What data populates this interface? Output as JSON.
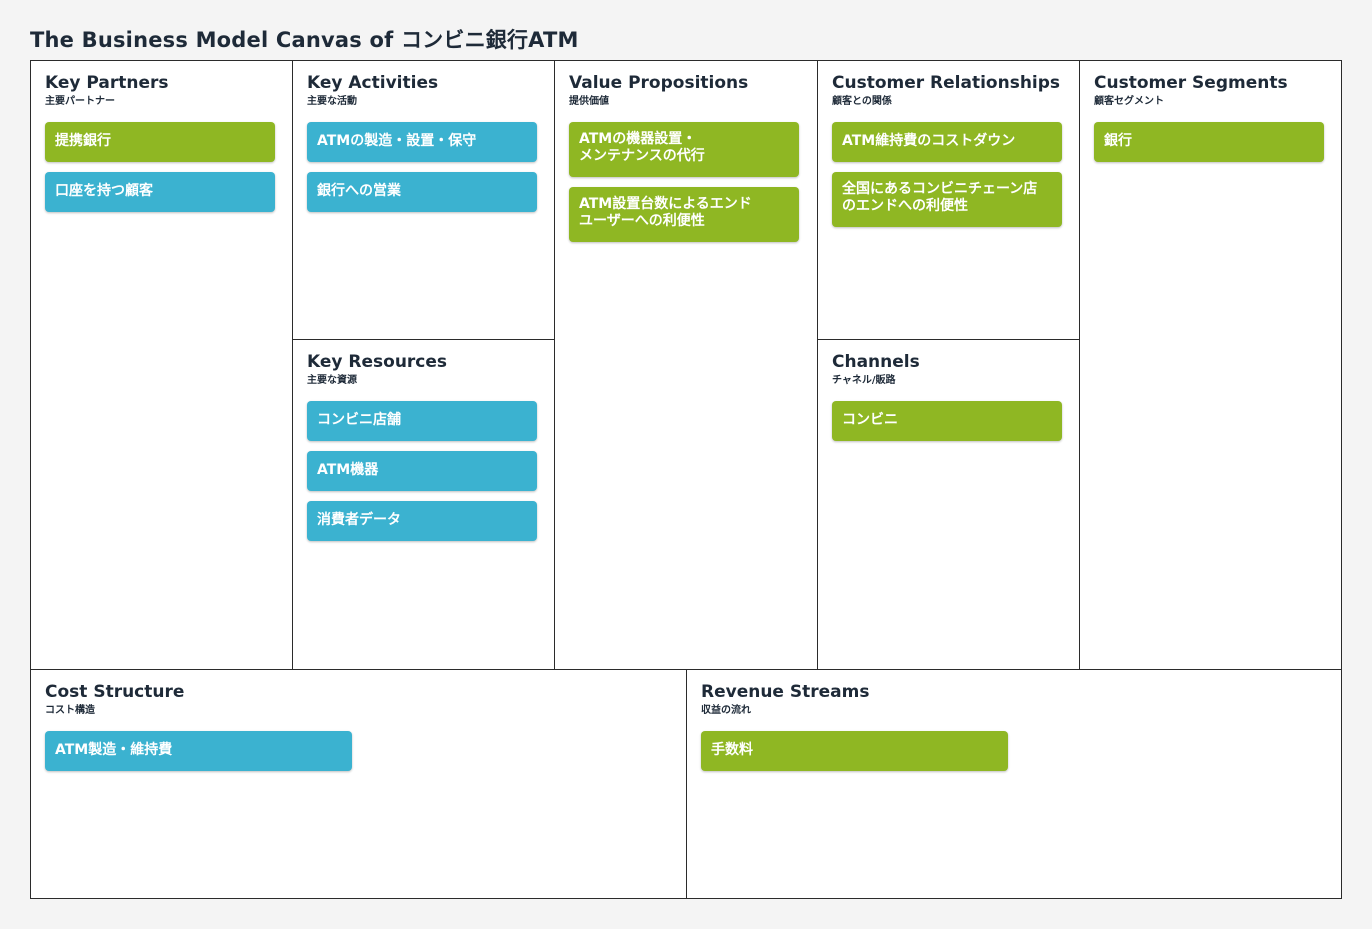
{
  "title": "The Business Model Canvas of コンビニ銀行ATM",
  "colors": {
    "green": "#8fb723",
    "blue": "#3bb2d0",
    "border": "#2b2b2b",
    "text": "#1e2a38"
  },
  "blocks": {
    "key_partners": {
      "title": "Key Partners",
      "subtitle": "主要パートナー",
      "cards": [
        {
          "text": "提携銀行",
          "color": "green"
        },
        {
          "text": "口座を持つ顧客",
          "color": "blue"
        }
      ]
    },
    "key_activities": {
      "title": "Key Activities",
      "subtitle": "主要な活動",
      "cards": [
        {
          "text": "ATMの製造・設置・保守",
          "color": "blue"
        },
        {
          "text": "銀行への営業",
          "color": "blue"
        }
      ]
    },
    "key_resources": {
      "title": "Key Resources",
      "subtitle": "主要な資源",
      "cards": [
        {
          "text": "コンビニ店舗",
          "color": "blue"
        },
        {
          "text": "ATM機器",
          "color": "blue"
        },
        {
          "text": "消費者データ",
          "color": "blue"
        }
      ]
    },
    "value_propositions": {
      "title": "Value Propositions",
      "subtitle": "提供価値",
      "cards": [
        {
          "text": "ATMの機器設置・\nメンテナンスの代行",
          "color": "green"
        },
        {
          "text": "ATM設置台数によるエンド\nユーザーへの利便性",
          "color": "green"
        }
      ]
    },
    "customer_relationships": {
      "title": "Customer Relationships",
      "subtitle": "顧客との関係",
      "cards": [
        {
          "text": "ATM維持費のコストダウン",
          "color": "green"
        },
        {
          "text": "全国にあるコンビニチェーン店\nのエンドへの利便性",
          "color": "green"
        }
      ]
    },
    "channels": {
      "title": "Channels",
      "subtitle": "チャネル/販路",
      "cards": [
        {
          "text": "コンビニ",
          "color": "green"
        }
      ]
    },
    "customer_segments": {
      "title": "Customer Segments",
      "subtitle": "顧客セグメント",
      "cards": [
        {
          "text": "銀行",
          "color": "green"
        }
      ]
    },
    "cost_structure": {
      "title": "Cost Structure",
      "subtitle": "コスト構造",
      "cards": [
        {
          "text": "ATM製造・維持費",
          "color": "blue"
        }
      ]
    },
    "revenue_streams": {
      "title": "Revenue Streams",
      "subtitle": "収益の流れ",
      "cards": [
        {
          "text": "手数料",
          "color": "green"
        }
      ]
    }
  }
}
